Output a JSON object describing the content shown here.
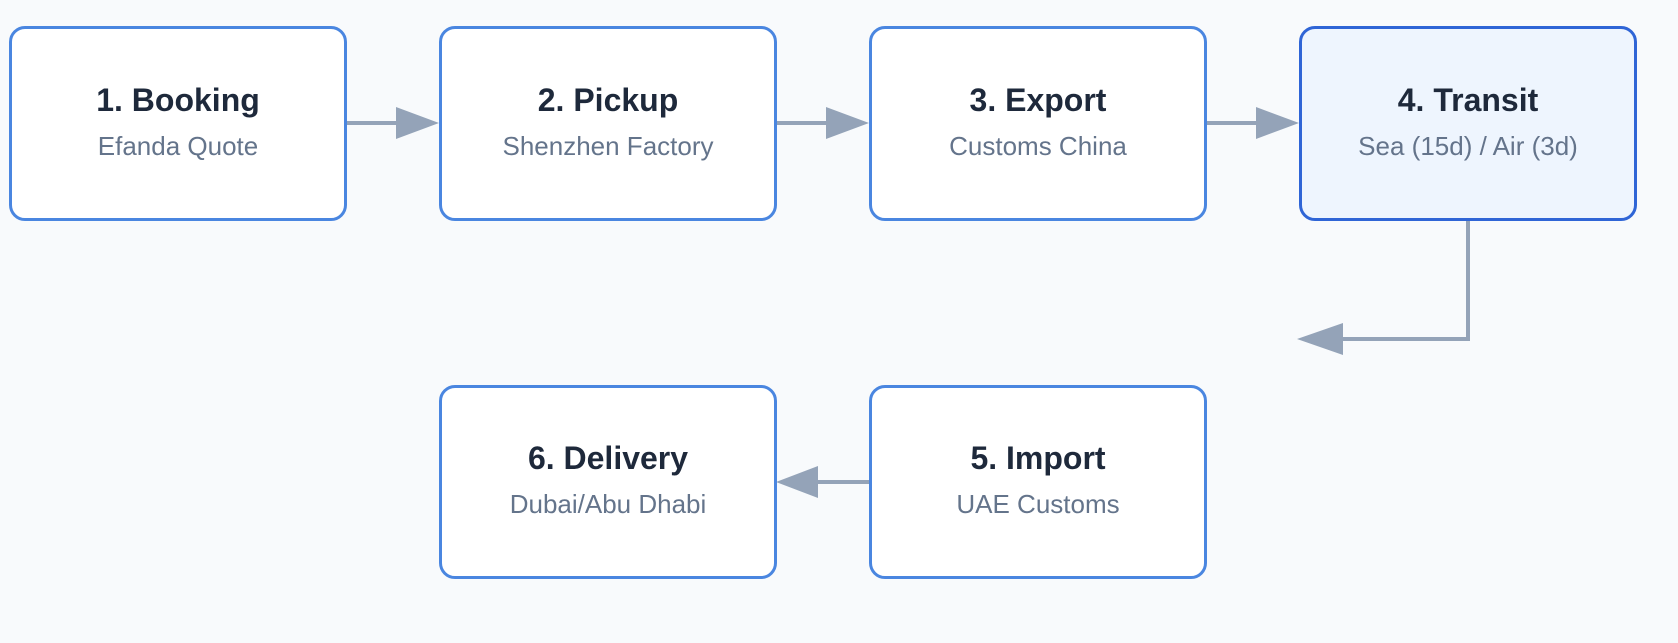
{
  "diagram": {
    "type": "flowchart",
    "colors": {
      "background": "#f8fafc",
      "node_border": "#4a86e0",
      "node_fill": "#ffffff",
      "active_node_border": "#2f65d6",
      "active_node_fill": "#eef5fe",
      "title_text": "#1e293b",
      "subtitle_text": "#64748b",
      "connector": "#94a3b8"
    },
    "nodes": [
      {
        "id": "n1",
        "title": "1. Booking",
        "subtitle": "Efanda Quote",
        "active": false
      },
      {
        "id": "n2",
        "title": "2. Pickup",
        "subtitle": "Shenzhen Factory",
        "active": false
      },
      {
        "id": "n3",
        "title": "3. Export",
        "subtitle": "Customs China",
        "active": false
      },
      {
        "id": "n4",
        "title": "4. Transit",
        "subtitle": "Sea (15d) / Air (3d)",
        "active": true
      },
      {
        "id": "n5",
        "title": "5. Import",
        "subtitle": "UAE Customs",
        "active": false
      },
      {
        "id": "n6",
        "title": "6. Delivery",
        "subtitle": "Dubai/Abu Dhabi",
        "active": false
      }
    ],
    "edges": [
      {
        "from": "n1",
        "to": "n2"
      },
      {
        "from": "n2",
        "to": "n3"
      },
      {
        "from": "n3",
        "to": "n4"
      },
      {
        "from": "n4",
        "to": "n5"
      },
      {
        "from": "n5",
        "to": "n6"
      }
    ]
  }
}
